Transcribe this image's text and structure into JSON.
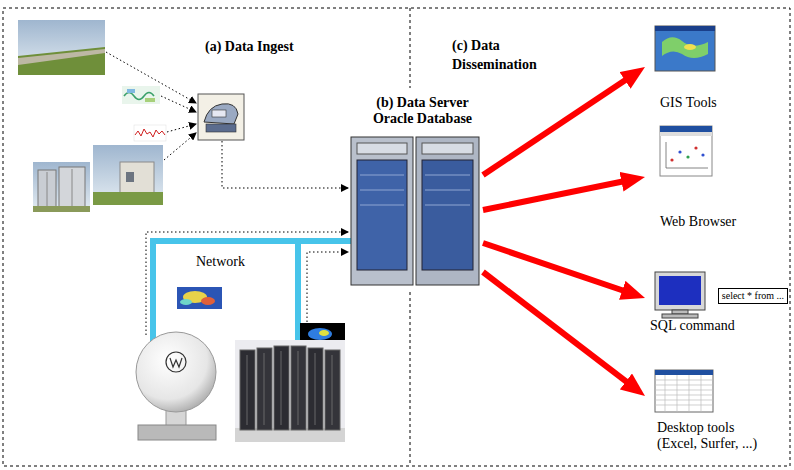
{
  "diagram": {
    "nodes": [
      {
        "text": [
          "(b) Data Server Oracle Database"
        ]
      },
      {
        "text": [
          "GIS Tools"
        ]
      },
      {
        "text": [
          "Web Browser"
        ]
      },
      {
        "text": [
          "SQL command"
        ]
      },
      {
        "text": [
          "select * from ..."
        ],
        "in": 3
      },
      {
        "text": [
          "Desktop tools (Excel, Surfer, ...)"
        ]
      }
    ],
    "edges": [
      {
        "from": 0,
        "to": 1,
        "arrow": "to"
      },
      {
        "from": 0,
        "to": 2,
        "arrow": "to"
      },
      {
        "from": 0,
        "to": 3,
        "arrow": "to"
      },
      {
        "from": 0,
        "to": 5,
        "arrow": "to"
      }
    ],
    "labels": [
      "(a) Data Ingest",
      "(c) Data Dissemination",
      "Network"
    ]
  }
}
